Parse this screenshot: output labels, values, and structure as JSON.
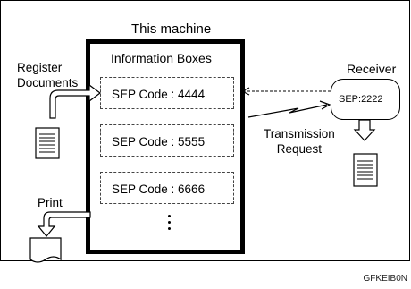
{
  "machine": {
    "title": "This machine",
    "info_title": "Information Boxes",
    "boxes": [
      "SEP Code : 4444",
      "SEP Code : 5555",
      "SEP Code : 6666"
    ]
  },
  "left": {
    "register_label": "Register\nDocuments",
    "print_label": "Print"
  },
  "receiver": {
    "title": "Receiver",
    "code": "SEP:2222"
  },
  "transmission_label": "Transmission\nRequest",
  "figure_code": "GFKEIB0N"
}
